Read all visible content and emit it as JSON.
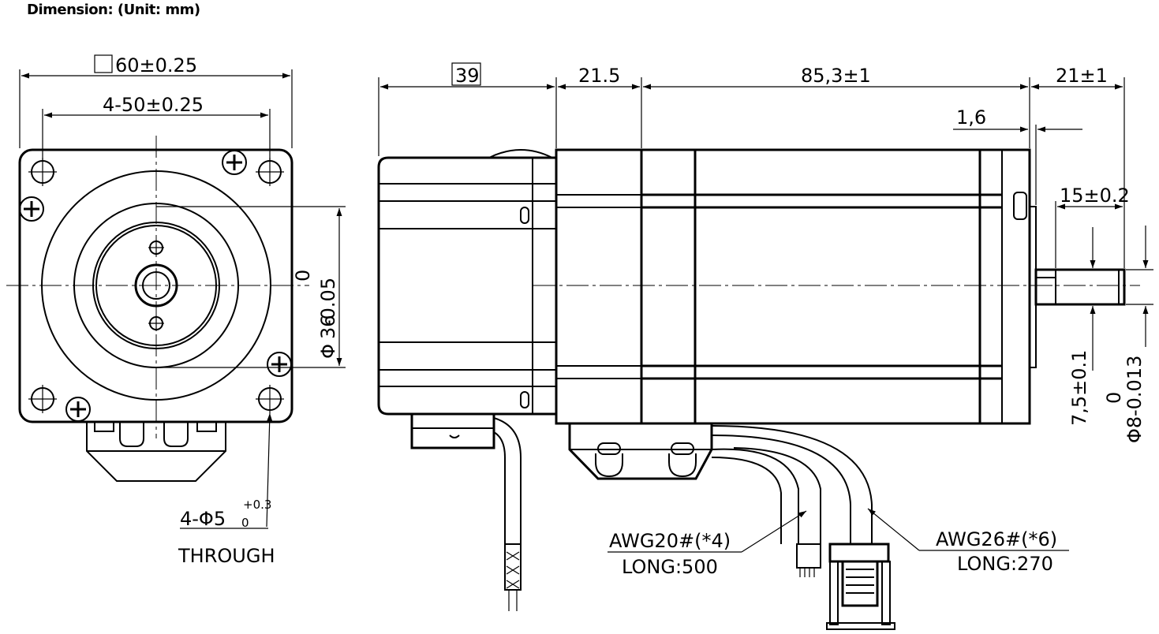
{
  "header": {
    "title": "Dimension: (Unit: mm)"
  },
  "front_view": {
    "square_size": "60±0.25",
    "hole_spacing": "4-50±0.25",
    "pilot_dia_value": "36",
    "pilot_dia_tol_upper": "0",
    "pilot_dia_tol_lower": "-0.05",
    "hole_dia": "4-Φ5",
    "hole_tol_upper": "+0.3",
    "hole_tol_lower": "0",
    "hole_note": "THROUGH"
  },
  "side_view": {
    "encoder_length": "39",
    "flange_length": "21.5",
    "body_length": "85,3±1",
    "shaft_length": "21±1",
    "boss_height": "1,6",
    "flat_length": "15±0.2",
    "flat_depth_value": "7,5±0.1",
    "shaft_dia_value": "Φ8",
    "shaft_dia_tol_upper": "0",
    "shaft_dia_tol_lower": "-0.013"
  },
  "cables": {
    "motor_cable_label": "AWG20#(*4)",
    "motor_cable_length": "LONG:500",
    "encoder_cable_label": "AWG26#(*6)",
    "encoder_cable_length": "LONG:270"
  }
}
